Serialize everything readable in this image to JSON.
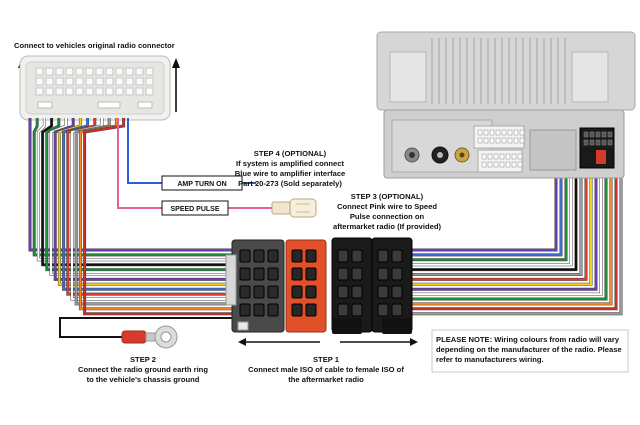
{
  "header": {
    "connector_title": "Connect to vehicles original radio connector"
  },
  "labels": {
    "amp_turn_on": "AMP TURN ON",
    "speed_pulse": "SPEED PULSE"
  },
  "step4": {
    "title": "STEP 4 (OPTIONAL)",
    "lines": [
      "If system is amplified connect",
      "Blue wire to amplifier interface",
      "Part 20-273 (Sold separately)"
    ]
  },
  "step3": {
    "title": "STEP 3 (OPTIONAL)",
    "lines": [
      "Connect Pink wire to Speed",
      "Pulse connection on",
      "aftermarket radio (If provided)"
    ]
  },
  "step2": {
    "title": "STEP 2",
    "lines": [
      "Connect the radio ground earth ring",
      "to the vehicle's chassis ground"
    ]
  },
  "step1": {
    "title": "STEP 1",
    "lines": [
      "Connect male ISO of cable to female ISO of",
      "the aftermarket radio"
    ]
  },
  "note": {
    "lines": [
      "PLEASE NOTE: Wiring colours from radio will vary",
      "depending on the manufacturer of the radio. Please",
      "refer to manufacturers wiring."
    ]
  },
  "colors": {
    "wire_left": [
      "#6a3fb0",
      "#1e8c3a",
      "#ffffff",
      "#111111",
      "#1e8c3a",
      "#ffffff",
      "#6a3fb0",
      "#f2d21e",
      "#3a6ed6",
      "#e23b2e",
      "#ffffff",
      "#9a9a9a",
      "#f28a1e",
      "#c9302c"
    ],
    "wire_right": [
      "#6a3fb0",
      "#3a6ed6",
      "#1e8c3a",
      "#ffffff",
      "#111111",
      "#9a9a9a",
      "#e23b2e",
      "#f2d21e",
      "#6a3fb0",
      "#ffffff",
      "#1e8c3a",
      "#f28a1e",
      "#c9302c",
      "#9a9a9a"
    ],
    "amp_wire": "#2a5fd6",
    "speed_wire": "#e0609a",
    "ground_wire": "#111111",
    "iso_red": "#e2502a",
    "iso_grey": "#555555",
    "iso_black": "#1a1a1a",
    "radio_body": "#d9d9d9"
  }
}
